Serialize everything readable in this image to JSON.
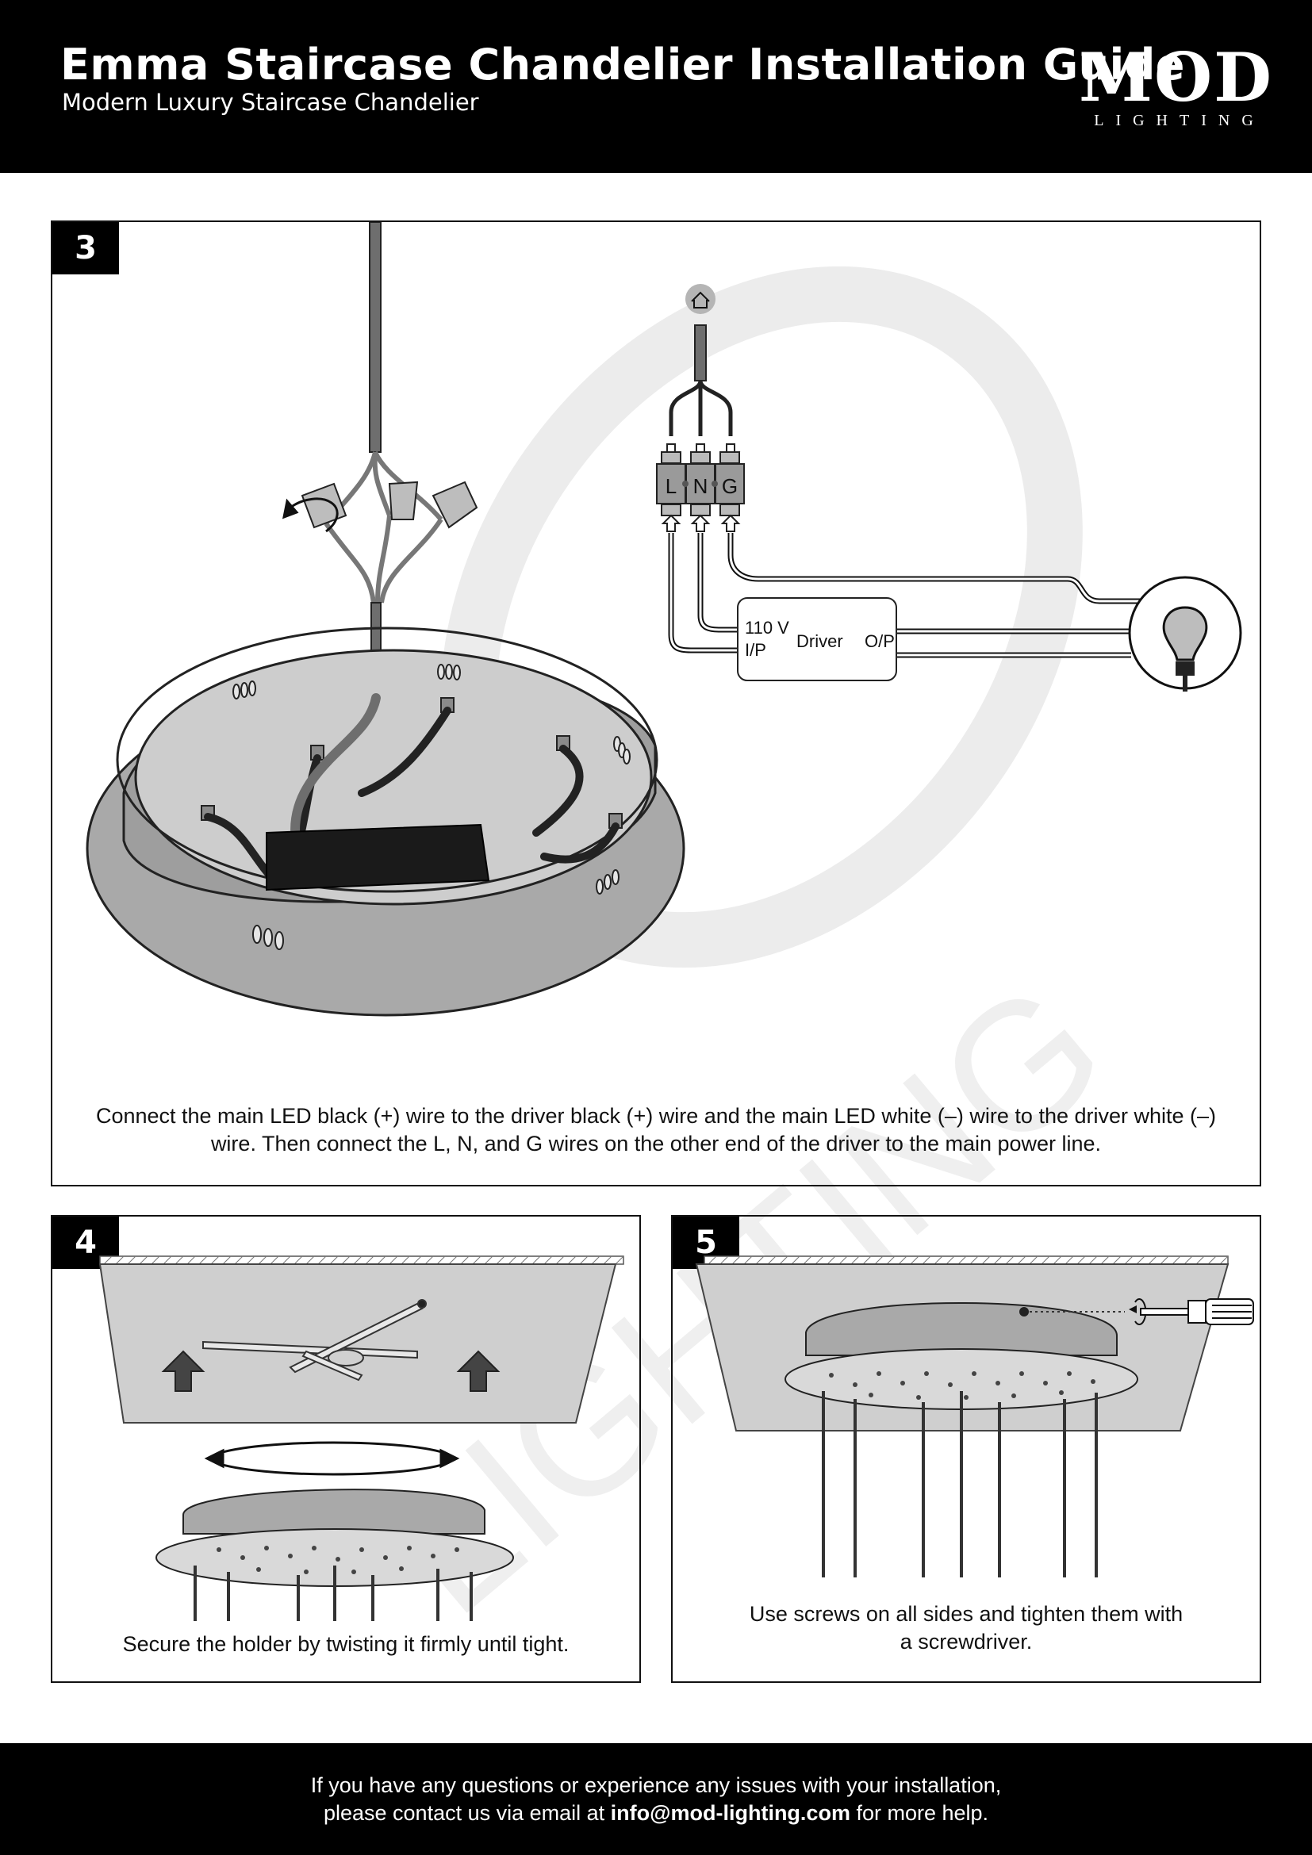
{
  "header": {
    "title": "Emma Staircase Chandelier Installation Guide",
    "subtitle": "Modern Luxury Staircase Chandelier",
    "logo_main": "MOD",
    "logo_sub": "LIGHTING"
  },
  "watermark": {
    "main": "MOD",
    "sub": "LIGHTING"
  },
  "step3": {
    "number": "3",
    "terminals": [
      "L",
      "N",
      "G"
    ],
    "driver_input_voltage": "110 V",
    "driver_input_label": "I/P",
    "driver_label": "Driver",
    "driver_output_label": "O/P",
    "caption_line1": "Connect the main LED black (+) wire to the driver black (+) wire and the main LED white (–) wire to the driver white (–)",
    "caption_line2": "wire. Then connect the L, N, and G wires on the other end of the driver to the main power line."
  },
  "step4": {
    "number": "4",
    "caption": "Secure the holder by twisting it firmly until tight."
  },
  "step5": {
    "number": "5",
    "caption_line1": "Use screws on all sides and tighten them with",
    "caption_line2": "a screwdriver."
  },
  "footer": {
    "line1": "If you have any questions or experience any issues with your installation,",
    "line2_prefix": "please contact us via email at ",
    "email": "info@mod-lighting.com",
    "line2_suffix": " for more help."
  },
  "colors": {
    "header_bg": "#000000",
    "metal": "#a9a9a9",
    "ceiling": "#cfcfcf",
    "wire": "#1a1a1a"
  },
  "icons": [
    "house-icon",
    "light-bulb-icon",
    "twist-arrow-icon",
    "up-arrow-icon",
    "screwdriver-icon"
  ]
}
